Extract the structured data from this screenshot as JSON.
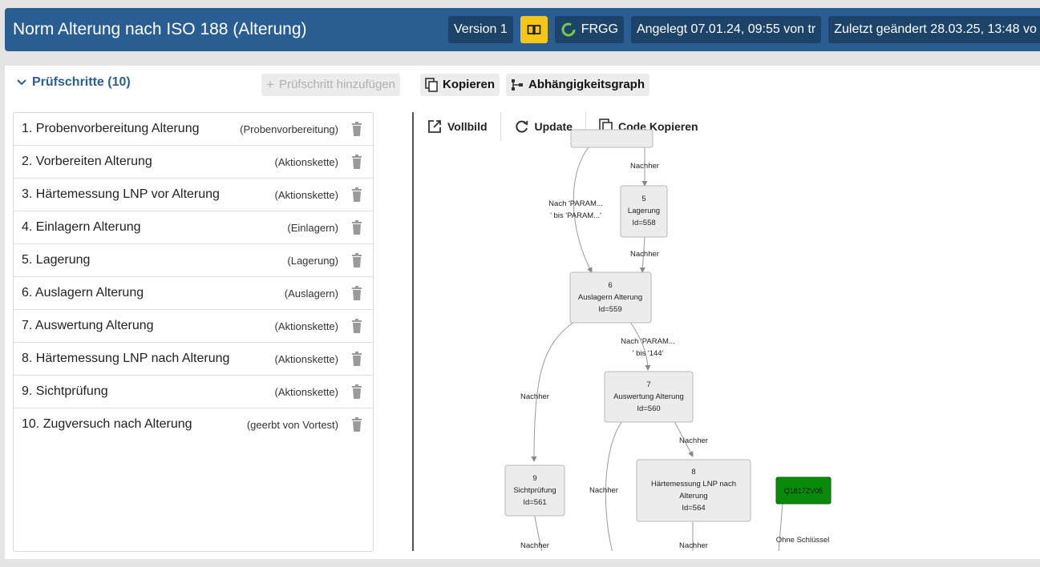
{
  "header": {
    "title": "Norm Alterung nach ISO 188 (Alterung)",
    "version": "Version 1",
    "status": "FRGG",
    "created": "Angelegt 07.01.24, 09:55 von tr",
    "modified": "Zuletzt geändert 28.03.25, 13:48 vo"
  },
  "section": {
    "title": "Prüfschritte (10)",
    "add_label": "Prüfschritt hinzufügen",
    "copy_label": "Kopieren",
    "graph_label": "Abhängigkeitsgraph"
  },
  "steps": [
    {
      "label": "1. Probenvorbereitung Alterung",
      "type": "(Probenvorbereitung)"
    },
    {
      "label": "2. Vorbereiten Alterung",
      "type": "(Aktionskette)"
    },
    {
      "label": "3. Härtemessung LNP vor Alterung",
      "type": "(Aktionskette)"
    },
    {
      "label": "4. Einlagern Alterung",
      "type": "(Einlagern)"
    },
    {
      "label": "5. Lagerung",
      "type": "(Lagerung)"
    },
    {
      "label": "6. Auslagern Alterung",
      "type": "(Auslagern)"
    },
    {
      "label": "7. Auswertung Alterung",
      "type": "(Aktionskette)"
    },
    {
      "label": "8. Härtemessung LNP nach Alterung",
      "type": "(Aktionskette)"
    },
    {
      "label": "9. Sichtprüfung",
      "type": "(Aktionskette)"
    },
    {
      "label": "10. Zugversuch nach Alterung",
      "type": "(geerbt von Vortest)"
    }
  ],
  "graph": {
    "toolbar": {
      "fullscreen": "Vollbild",
      "update": "Update",
      "copy_code": "Code Kopieren"
    },
    "nodes": [
      {
        "num": "5",
        "name": "Lagerung",
        "id": "Id=558"
      },
      {
        "num": "6",
        "name": "Auslagern Alterung",
        "id": "Id=559"
      },
      {
        "num": "7",
        "name": "Auswertung Alterung",
        "id": "Id=560"
      },
      {
        "num": "8",
        "name": "Härtemessung LNP nach",
        "name2": "Alterung",
        "id": "Id=564"
      },
      {
        "num": "9",
        "name": "Sichtprüfung",
        "id": "Id=561"
      },
      {
        "tag": "Q1817ZV05"
      }
    ],
    "edge_labels": {
      "nachher": "Nachher",
      "param1_a": "Nach 'PARAM...",
      "param1_b": "' bis 'PARAM...'",
      "param2_a": "Nach 'PARAM...",
      "param2_b": "' bis '144'",
      "ohne": "Ohne Schlüssel"
    },
    "colors": {
      "node_fill": "#ececec",
      "node_stroke": "#b8b8b8",
      "tag_fill": "#0a8a0a",
      "edge": "#999999"
    }
  },
  "colors": {
    "header_bg": "#2a5e92",
    "chip_bg": "#1d4468",
    "book_chip": "#f5c518",
    "status_ring": "#7ac943"
  }
}
